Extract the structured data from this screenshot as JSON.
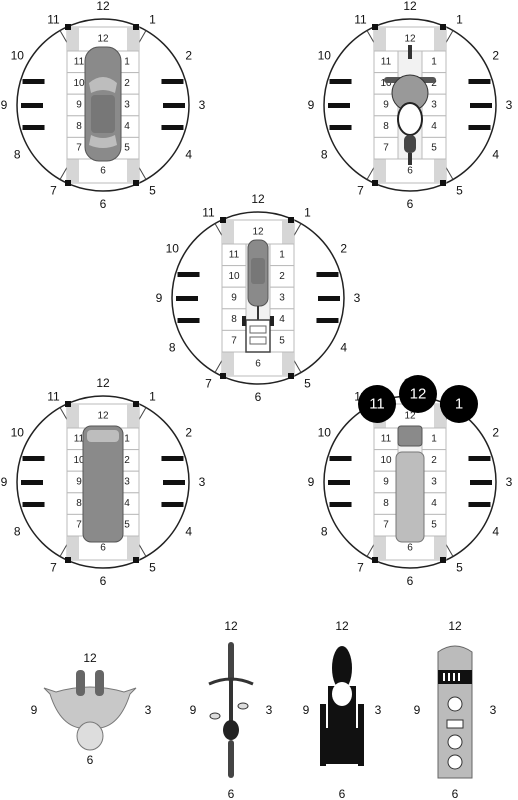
{
  "clock_dials": [
    {
      "id": "car",
      "vehicle": "sedan",
      "hour_labels": [
        "12",
        "1",
        "2",
        "3",
        "4",
        "5",
        "6",
        "7",
        "8",
        "9",
        "10",
        "11"
      ],
      "grid_left": [
        "11",
        "10",
        "9",
        "8",
        "7"
      ],
      "grid_right": [
        "1",
        "2",
        "3",
        "4",
        "5"
      ],
      "grid_top": "12",
      "grid_bottom": "6"
    },
    {
      "id": "motorcycle",
      "vehicle": "motorcycle",
      "hour_labels": [
        "12",
        "1",
        "2",
        "3",
        "4",
        "5",
        "6",
        "7",
        "8",
        "9",
        "10",
        "11"
      ],
      "grid_left": [
        "11",
        "10",
        "9",
        "8",
        "7"
      ],
      "grid_right": [
        "1",
        "2",
        "3",
        "4",
        "5"
      ],
      "grid_top": "12",
      "grid_bottom": "6"
    },
    {
      "id": "car-trailer",
      "vehicle": "car with trailer",
      "hour_labels": [
        "12",
        "1",
        "2",
        "3",
        "4",
        "5",
        "6",
        "7",
        "8",
        "9",
        "10",
        "11"
      ],
      "grid_left": [
        "11",
        "10",
        "9",
        "8",
        "7"
      ],
      "grid_right": [
        "1",
        "2",
        "3",
        "4",
        "5"
      ],
      "grid_top": "12",
      "grid_bottom": "6"
    },
    {
      "id": "van",
      "vehicle": "van",
      "hour_labels": [
        "12",
        "1",
        "2",
        "3",
        "4",
        "5",
        "6",
        "7",
        "8",
        "9",
        "10",
        "11"
      ],
      "grid_left": [
        "11",
        "10",
        "9",
        "8",
        "7"
      ],
      "grid_right": [
        "1",
        "2",
        "3",
        "4",
        "5"
      ],
      "grid_top": "12",
      "grid_bottom": "6"
    },
    {
      "id": "truck",
      "vehicle": "truck",
      "hour_labels": [
        "12",
        "1",
        "2",
        "3",
        "4",
        "5",
        "6",
        "7",
        "8",
        "9",
        "10",
        "11"
      ],
      "grid_left": [
        "11",
        "10",
        "9",
        "8",
        "7"
      ],
      "grid_right": [
        "1",
        "2",
        "3",
        "4",
        "5"
      ],
      "grid_top": "12",
      "grid_bottom": "6",
      "badges": [
        "11",
        "12",
        "1"
      ]
    }
  ],
  "small_figures": [
    {
      "id": "pedestrian",
      "subject": "pedestrian",
      "top": "12",
      "right": "3",
      "bottom": "6",
      "left": "9"
    },
    {
      "id": "bicycle",
      "subject": "bicycle",
      "top": "12",
      "right": "3",
      "bottom": "6",
      "left": "9"
    },
    {
      "id": "wheelchair",
      "subject": "wheelchair user",
      "top": "12",
      "right": "3",
      "bottom": "6",
      "left": "9"
    },
    {
      "id": "tram",
      "subject": "tram",
      "top": "12",
      "right": "3",
      "bottom": "6",
      "left": "9"
    }
  ],
  "colors": {
    "outline": "#222222",
    "tick": "#111111",
    "grid_fill": "#f2f2f2",
    "grid_corner": "#d6d6d6",
    "vehicle": "#8a8a8a",
    "vehicle_light": "#bdbdbd",
    "badge": "#000000"
  }
}
